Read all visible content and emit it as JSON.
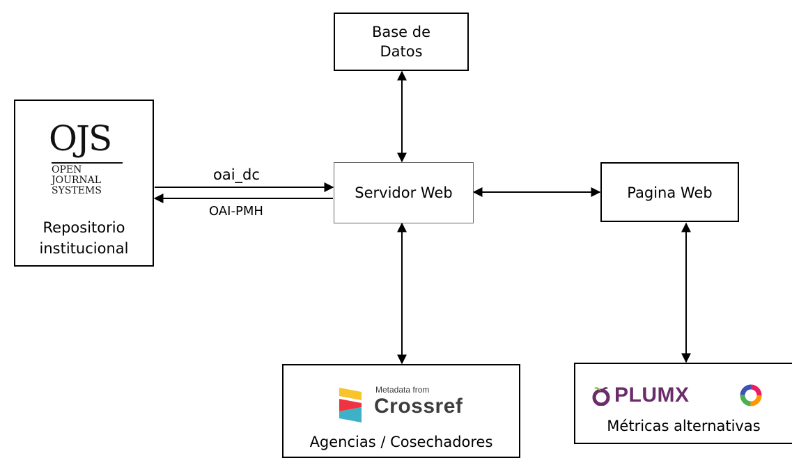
{
  "nodes": {
    "database": {
      "line1": "Base de",
      "line2": "Datos"
    },
    "repository": {
      "logo_main": "OJS",
      "logo_line1": "OPEN",
      "logo_line2": "JOURNAL",
      "logo_line3": "SYSTEMS",
      "label_line1": "Repositorio",
      "label_line2": "institucional"
    },
    "web_server": {
      "label": "Servidor Web"
    },
    "web_page": {
      "label": "Pagina Web"
    },
    "agencies": {
      "logo_small": "Metadata from",
      "logo_main": "Crossref",
      "label": "Agencias / Cosechadores"
    },
    "altmetrics": {
      "logo_text": "PLUMX",
      "label": "Métricas alternativas"
    }
  },
  "edges": {
    "to_server": "oai_dc",
    "to_repository": "OAI-PMH"
  },
  "colors": {
    "crossref_yellow": "#f8c42b",
    "crossref_red": "#ef3340",
    "crossref_teal": "#3eb1c8",
    "crossref_text": "#3d3d3d",
    "plumx_purple": "#6b2c6b",
    "plumx_green": "#8bc34a"
  }
}
